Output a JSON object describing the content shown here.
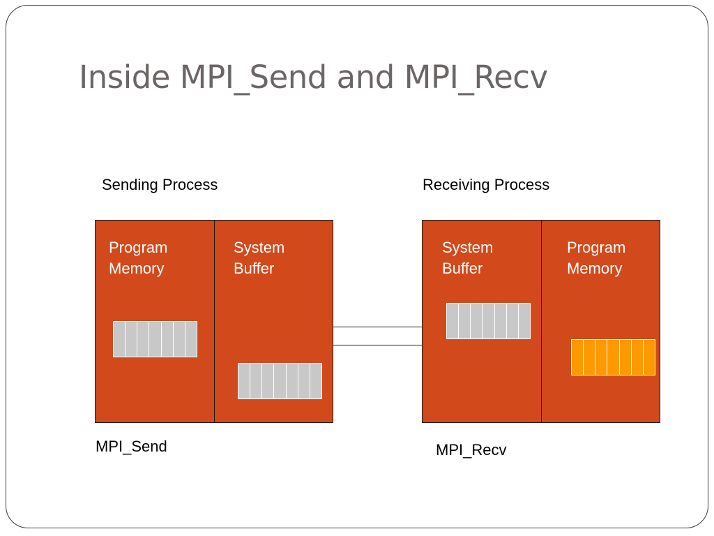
{
  "title": "Inside MPI_Send and MPI_Recv",
  "sender": {
    "heading": "Sending Process",
    "call_label": "MPI_Send",
    "program_memory": {
      "line1": "Program",
      "line2": "Memory"
    },
    "system_buffer": {
      "line1": "System",
      "line2": "Buffer"
    }
  },
  "receiver": {
    "heading": "Receiving Process",
    "call_label": "MPI_Recv",
    "system_buffer": {
      "line1": "System",
      "line2": "Buffer"
    },
    "program_memory": {
      "line1": "Program",
      "line2": "Memory"
    }
  },
  "colors": {
    "process_fill": "#d2491b",
    "data_array_gray": "#c8c8c8",
    "data_array_orange": "#ff9900",
    "title_color": "#6b6566"
  }
}
